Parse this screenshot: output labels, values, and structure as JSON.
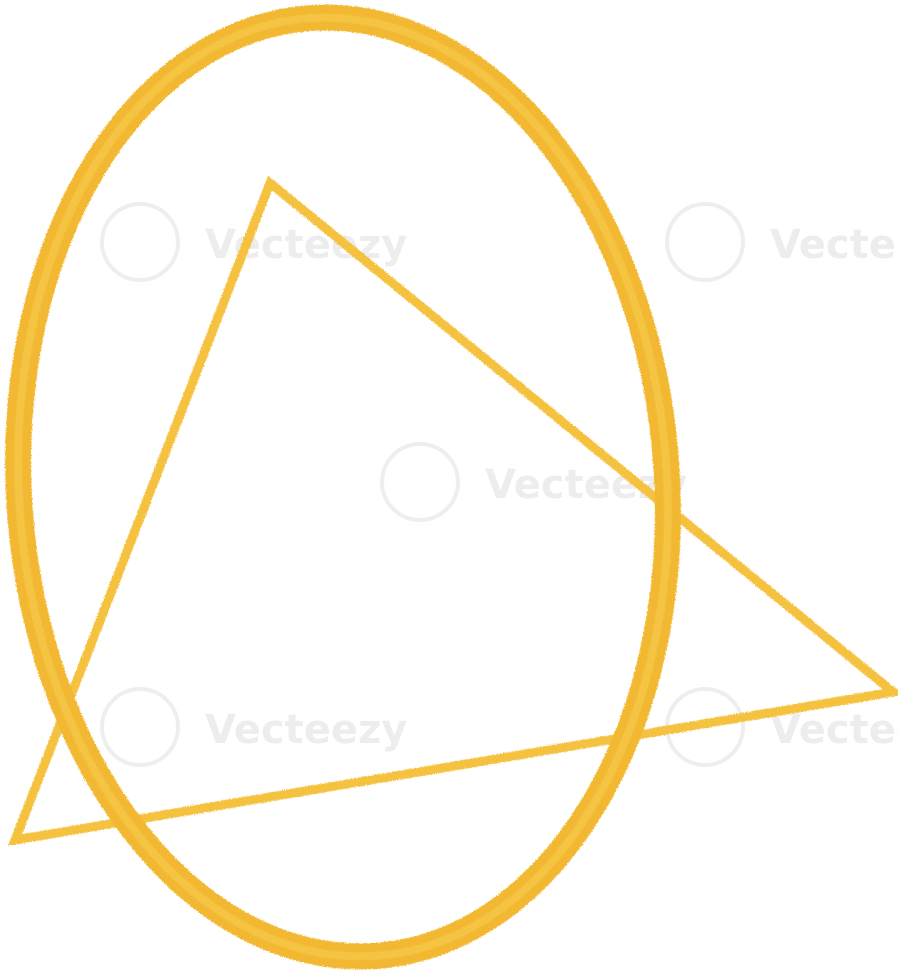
{
  "artwork": {
    "subject": "gold watercolor geometric shapes",
    "shapes": [
      "oval-outline",
      "triangle-outline"
    ],
    "colors": {
      "gold": "#F0B830",
      "gold_light": "#F5C842",
      "gold_dark": "#E0A020",
      "background": "#FFFFFF",
      "watermark": "#D9D9D9"
    }
  },
  "watermark": {
    "text": "Vecteezy"
  }
}
